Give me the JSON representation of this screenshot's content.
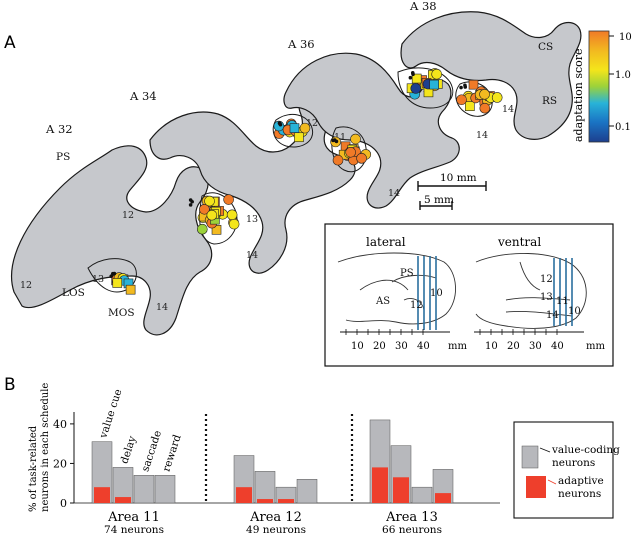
{
  "panel_a": {
    "label": "A",
    "section_labels": [
      "A 32",
      "A 34",
      "A 36",
      "A 38"
    ],
    "sulcus_labels": [
      "PS",
      "CS",
      "RS",
      "LOS",
      "MOS"
    ],
    "area_labels": [
      "12",
      "13",
      "14",
      "12",
      "14",
      "13",
      "12",
      "11",
      "14",
      "11",
      "14",
      "14"
    ],
    "scale_bar": {
      "long": "10 mm",
      "short": "5 mm"
    },
    "colorbar": {
      "title": "adaptation score",
      "tick_labels": [
        "10",
        "1.0",
        "0.1"
      ],
      "colors": [
        "#f07a27",
        "#f2ba20",
        "#f4e51b",
        "#9cd23a",
        "#28b3d8",
        "#1a74c4",
        "#1d3f8e"
      ]
    },
    "inset": {
      "lateral": {
        "title": "lateral",
        "labels": [
          "PS",
          "AS",
          "10",
          "12"
        ]
      },
      "ventral": {
        "title": "ventral",
        "labels": [
          "12",
          "13",
          "11",
          "10",
          "14"
        ]
      },
      "axis_ticks": [
        "10",
        "20",
        "30",
        "40"
      ],
      "axis_unit": "mm"
    }
  },
  "panel_b": {
    "label": "B",
    "legend": {
      "value_coding": "value-coding\nneurons",
      "adaptive": "adaptive\nneurons"
    },
    "area_names": [
      "Area 11",
      "Area 12",
      "Area 13"
    ],
    "neuron_counts": [
      "74 neurons",
      "49 neurons",
      "66 neurons"
    ]
  },
  "chart_data": {
    "type": "bar",
    "ylabel": "% of task-related\nneurons in each schedule",
    "ylim": [
      0,
      45
    ],
    "yticks": [
      0,
      20,
      40
    ],
    "categories": [
      "value cue",
      "delay",
      "saccade",
      "reward"
    ],
    "groups": [
      {
        "name": "Area 11",
        "value_coding": [
          31,
          18,
          14,
          14
        ],
        "adaptive": [
          8,
          3,
          0,
          0
        ]
      },
      {
        "name": "Area 12",
        "value_coding": [
          24,
          16,
          8,
          12
        ],
        "adaptive": [
          8,
          2,
          2,
          0
        ]
      },
      {
        "name": "Area 13",
        "value_coding": [
          42,
          29,
          8,
          17
        ],
        "adaptive": [
          18,
          13,
          0,
          5
        ]
      }
    ],
    "colors": {
      "value_coding": "#b7b8bc",
      "adaptive": "#ee3f2c"
    }
  }
}
